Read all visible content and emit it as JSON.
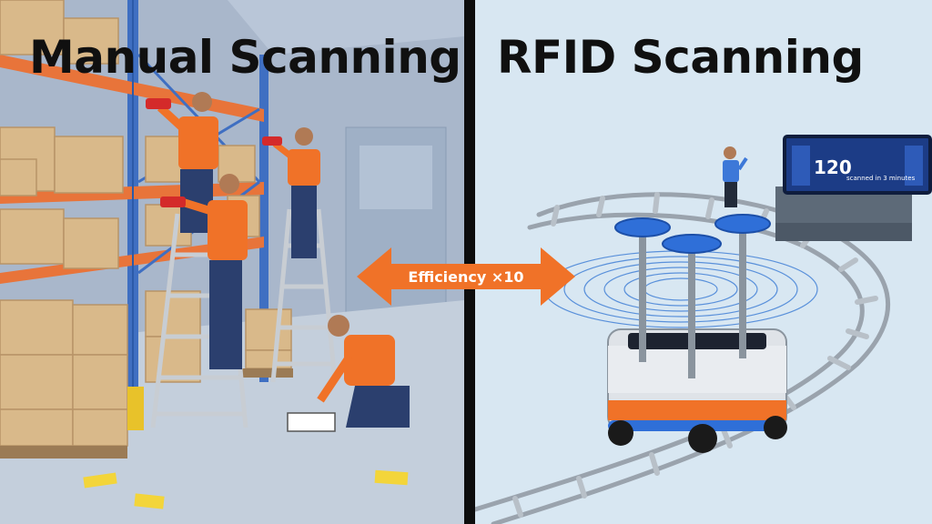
{
  "left_panel": {
    "title": "Manual Scanning"
  },
  "right_panel": {
    "title": "RFID Scanning",
    "monitor": {
      "count": "120",
      "caption": "scanned in 3 minutes"
    }
  },
  "comparison_badge": {
    "label": "Efficiency ×10"
  },
  "colors": {
    "accent_orange": "#f07228",
    "divider": "#0d0d0d",
    "robot_blue": "#2f6fd8"
  }
}
